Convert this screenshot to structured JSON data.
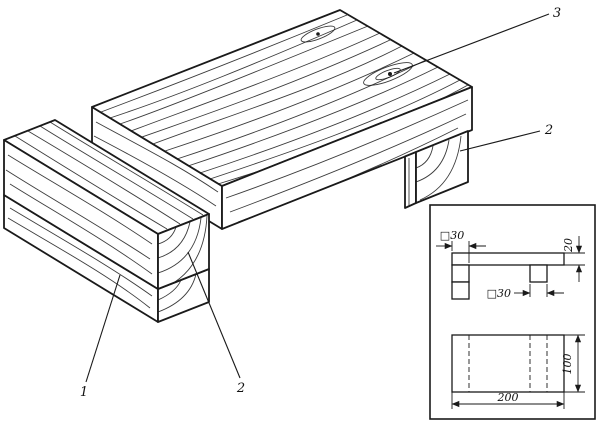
{
  "drawing": {
    "kind": "wooden bench assembly, isometric technical sketch with dimensioned inset views",
    "part_labels": {
      "plank": "3",
      "leg": "2",
      "batten": "2",
      "board": "1"
    },
    "inset": {
      "side_view_dims": {
        "batten_section": "□30",
        "plank_thickness": "20",
        "leg_section": "□30"
      },
      "plan_view_dims": {
        "width": "100",
        "length": "200"
      }
    },
    "colors": {
      "ink": "#1a1a1a",
      "background": "#ffffff"
    }
  }
}
